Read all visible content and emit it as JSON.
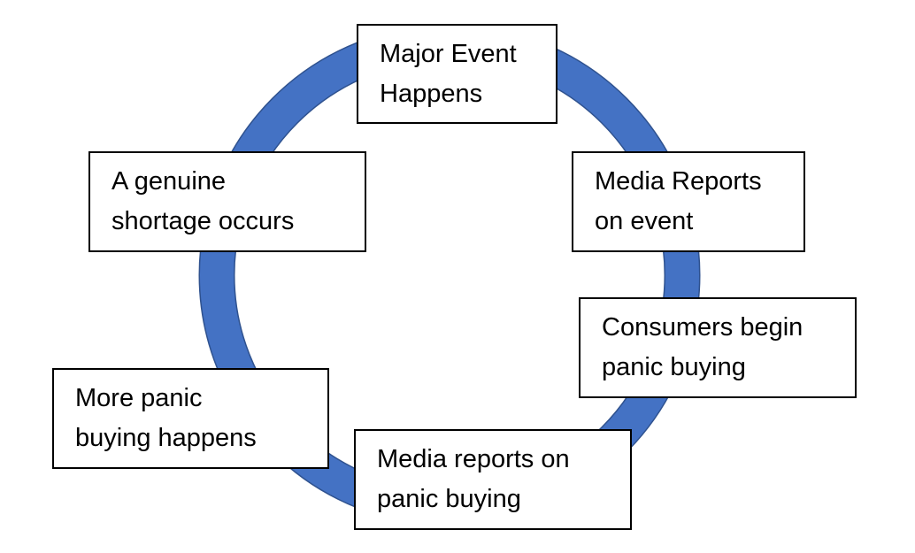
{
  "diagram": {
    "type": "cycle",
    "ring_color": "#4472C4",
    "ring_edge_color": "#2F528F",
    "nodes": [
      {
        "id": "major-event",
        "label": "Major Event\nHappens"
      },
      {
        "id": "media-reports-event",
        "label": "Media Reports\non event"
      },
      {
        "id": "consumers-panic",
        "label": "Consumers begin\npanic buying"
      },
      {
        "id": "media-reports-panic",
        "label": "Media reports on\npanic buying"
      },
      {
        "id": "more-panic",
        "label": "More panic\nbuying happens"
      },
      {
        "id": "genuine-shortage",
        "label": "A genuine\nshortage occurs"
      }
    ]
  }
}
